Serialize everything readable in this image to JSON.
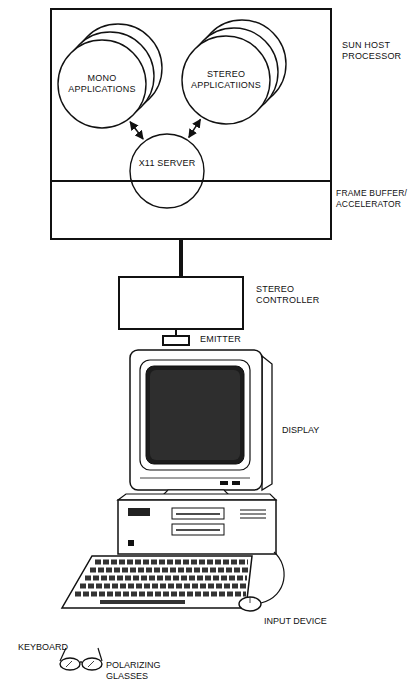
{
  "diagram": {
    "nodes": [
      {
        "text": [
          "SUN HOST PROCESSOR"
        ]
      },
      {
        "text": [
          "FRAME BUFFER/ ACCELERATOR"
        ]
      },
      {
        "text": [
          "MONO APPLICATIONS"
        ],
        "in": 0
      },
      {
        "text": [
          "STEREO APPLICATIIONS"
        ],
        "in": 0
      },
      {
        "text": [
          "X11 SERVER"
        ],
        "in": 0
      },
      {
        "text": [
          "STEREO CONTROLLER"
        ]
      },
      {
        "text": [
          "EMITTER"
        ]
      }
    ],
    "edges": [
      {
        "from": 2,
        "to": 4,
        "arrow": "both"
      },
      {
        "from": 3,
        "to": 4,
        "arrow": "both"
      },
      {
        "from": 1,
        "to": 5,
        "arrow": "none"
      },
      {
        "from": 5,
        "to": 6,
        "arrow": "none"
      }
    ],
    "labels": [
      "DISPLAY",
      "INPUT DEVICE",
      "KEYBOARD",
      "POLARIZING GLASSES"
    ]
  }
}
